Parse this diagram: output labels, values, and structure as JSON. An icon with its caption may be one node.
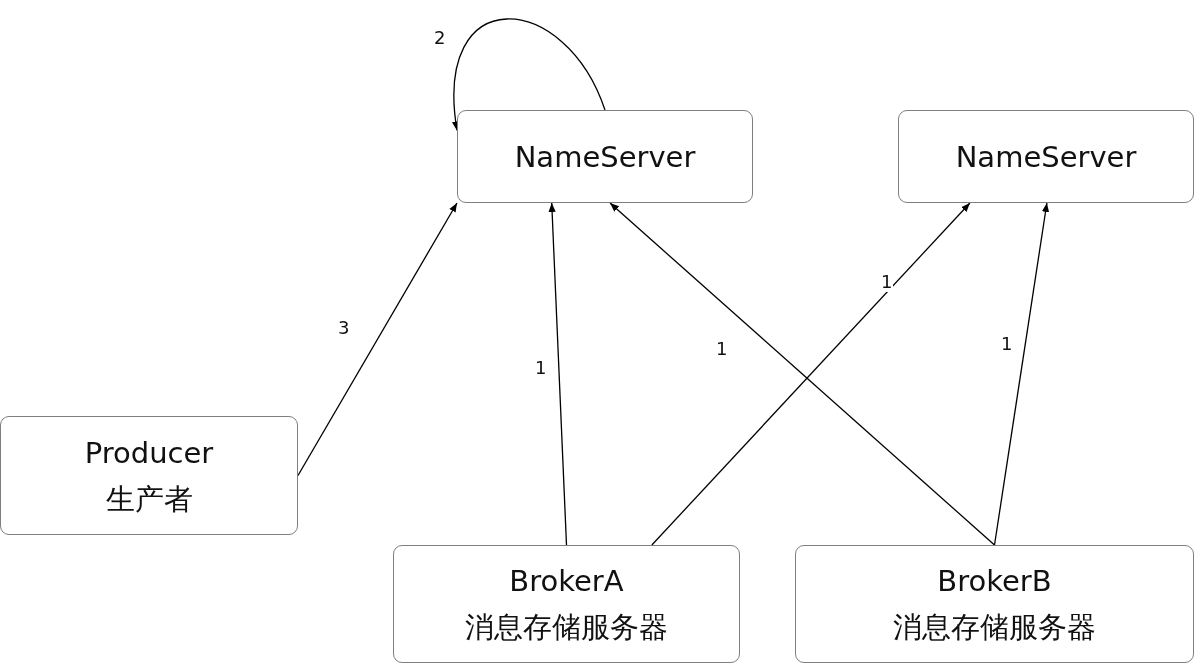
{
  "diagram": {
    "nodes": [
      {
        "text": [
          "NameServer"
        ]
      },
      {
        "text": [
          "NameServer"
        ]
      },
      {
        "text": [
          "Producer",
          "生产者"
        ]
      },
      {
        "text": [
          "BrokerA",
          "消息存储服务器"
        ]
      },
      {
        "text": [
          "BrokerB",
          "消息存储服务器"
        ]
      }
    ],
    "edges": [
      {
        "from": 0,
        "to": 0,
        "arrow": "to",
        "label": "2"
      },
      {
        "from": 2,
        "to": 0,
        "arrow": "to",
        "label": "3"
      },
      {
        "from": 3,
        "to": 0,
        "arrow": "to",
        "label": "1"
      },
      {
        "from": 3,
        "to": 1,
        "arrow": "to",
        "label": "1"
      },
      {
        "from": 4,
        "to": 0,
        "arrow": "to",
        "label": "1"
      },
      {
        "from": 4,
        "to": 1,
        "arrow": "to",
        "label": "1"
      }
    ]
  }
}
